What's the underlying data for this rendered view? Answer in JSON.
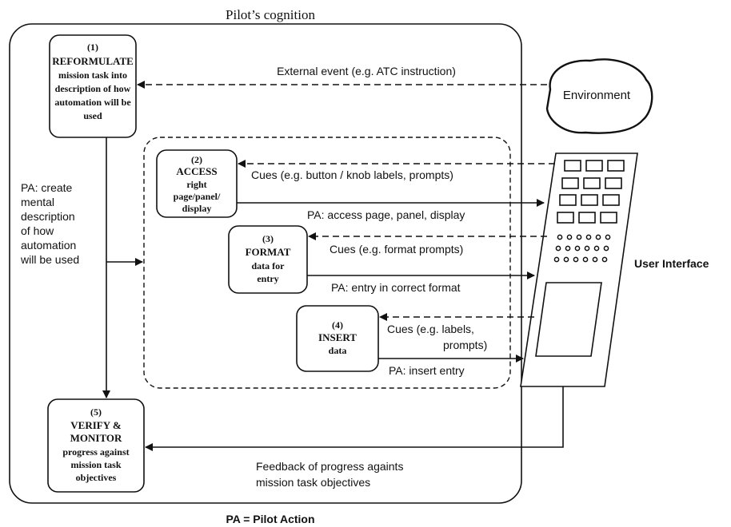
{
  "title": "Pilot’s cognition",
  "footer": "PA = Pilot Action",
  "boxes": {
    "reformulate": {
      "num": "(1)",
      "heading": "REFORMULATE",
      "lines": [
        "mission task into",
        "description of how",
        "automation will be",
        "used"
      ]
    },
    "access": {
      "num": "(2)",
      "heading": "ACCESS",
      "lines": [
        "right",
        "page/panel/",
        "display"
      ]
    },
    "format": {
      "num": "(3)",
      "heading": "FORMAT",
      "lines": [
        "data for",
        "entry"
      ]
    },
    "insert": {
      "num": "(4)",
      "heading": "INSERT",
      "lines": [
        "data"
      ]
    },
    "verify": {
      "num": "(5)",
      "heading_lines": [
        "VERIFY &",
        "MONITOR"
      ],
      "lines": [
        "progress against",
        "mission task",
        "objectives"
      ]
    }
  },
  "environment": "Environment",
  "user_interface": "User Interface",
  "labels": {
    "external_event": "External event (e.g. ATC instruction)",
    "pa_create": [
      "PA: create",
      "mental",
      "description",
      "of how",
      "automation",
      "will be used"
    ],
    "cues_access": "Cues (e.g. button / knob labels, prompts)",
    "pa_access": "PA: access page, panel, display",
    "cues_format": "Cues (e.g. format prompts)",
    "pa_format": "PA: entry in correct format",
    "cues_insert": [
      "Cues (e.g. labels,",
      "prompts)"
    ],
    "pa_insert": "PA: insert entry",
    "feedback": [
      "Feedback of progress againts",
      "mission task objectives"
    ]
  }
}
